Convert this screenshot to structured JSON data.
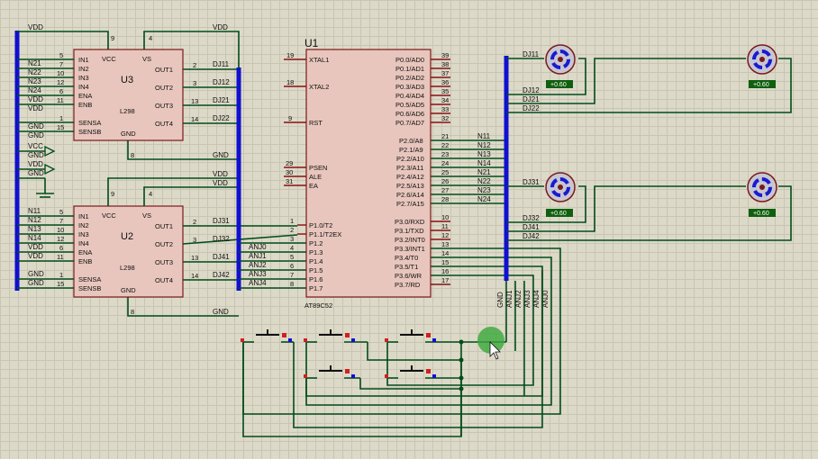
{
  "u3": {
    "ref": "U3",
    "part": "L298",
    "left_pins": [
      [
        "N21",
        "5"
      ],
      [
        "N22",
        "7"
      ],
      [
        "N23",
        "10"
      ],
      [
        "N24",
        "12"
      ],
      [
        "VDD",
        "6"
      ],
      [
        "VDD",
        "11"
      ]
    ],
    "left_names": [
      "IN1",
      "IN2",
      "IN3",
      "IN4",
      "ENA",
      "ENB"
    ],
    "sense_nets": [
      [
        "GND",
        "1"
      ],
      [
        "GND",
        "15"
      ]
    ],
    "sense_names": [
      "SENSA",
      "SENSB"
    ],
    "top_labels": [
      "VCC",
      "VS"
    ],
    "bottom_label": "GND",
    "right_names": [
      "OUT1",
      "OUT2",
      "OUT3",
      "OUT4"
    ],
    "right_pins": [
      "2",
      "3",
      "13",
      "14"
    ],
    "right_nets": [
      "DJ11",
      "DJ12",
      "DJ21",
      "DJ22"
    ],
    "top_pins": [
      "9",
      "4"
    ],
    "gnd_pin": "8",
    "top_net": "VDD",
    "gnd_net": "GND",
    "vdd_net": "VDD"
  },
  "u2": {
    "ref": "U2",
    "part": "L298",
    "left_pins": [
      [
        "N11",
        "5"
      ],
      [
        "N12",
        "7"
      ],
      [
        "N13",
        "10"
      ],
      [
        "N14",
        "12"
      ],
      [
        "VDD",
        "6"
      ],
      [
        "VDD",
        "11"
      ]
    ],
    "left_names": [
      "IN1",
      "IN2",
      "IN3",
      "IN4",
      "ENA",
      "ENB"
    ],
    "sense_nets": [
      [
        "GND",
        "1"
      ],
      [
        "GND",
        "15"
      ]
    ],
    "sense_names": [
      "SENSA",
      "SENSB"
    ],
    "top_labels": [
      "VCC",
      "VS"
    ],
    "bottom_label": "GND",
    "right_names": [
      "OUT1",
      "OUT2",
      "OUT3",
      "OUT4"
    ],
    "right_pins": [
      "2",
      "3",
      "13",
      "14"
    ],
    "right_nets": [
      "DJ31",
      "DJ32",
      "DJ41",
      "DJ42"
    ],
    "top_pins": [
      "9",
      "4"
    ],
    "gnd_pin": "8",
    "top_net": "VDD",
    "gnd_net": "GND",
    "vdd_net": "VDD"
  },
  "power_labels": [
    "VCC",
    "GND",
    "VDD",
    "GND"
  ],
  "u1": {
    "ref": "U1",
    "part": "AT89C52",
    "left_top": [
      [
        "19",
        "XTAL1"
      ],
      [
        "18",
        "XTAL2"
      ],
      [
        "9",
        "RST"
      ]
    ],
    "left_ctrl": [
      [
        "29",
        "PSEN"
      ],
      [
        "30",
        "ALE"
      ],
      [
        "31",
        "EA"
      ]
    ],
    "left_p1": [
      [
        "1",
        "P1.0/T2"
      ],
      [
        "2",
        "P1.1/T2EX"
      ],
      [
        "3",
        "P1.2"
      ],
      [
        "4",
        "P1.3"
      ],
      [
        "5",
        "P1.4"
      ],
      [
        "6",
        "P1.5"
      ],
      [
        "7",
        "P1.6"
      ],
      [
        "8",
        "P1.7"
      ]
    ],
    "p1_nets": [
      "DJ31",
      "DJ32",
      "ANJ0",
      "ANJ1",
      "ANJ2",
      "ANJ3",
      "ANJ4"
    ],
    "right_p0": [
      [
        "39",
        "P0.0/AD0"
      ],
      [
        "38",
        "P0.1/AD1"
      ],
      [
        "37",
        "P0.2/AD2"
      ],
      [
        "36",
        "P0.3/AD3"
      ],
      [
        "35",
        "P0.4/AD4"
      ],
      [
        "34",
        "P0.5/AD5"
      ],
      [
        "33",
        "P0.6/AD6"
      ],
      [
        "32",
        "P0.7/AD7"
      ]
    ],
    "right_p2": [
      [
        "21",
        "P2.0/A8"
      ],
      [
        "22",
        "P2.1/A9"
      ],
      [
        "23",
        "P2.2/A10"
      ],
      [
        "24",
        "P2.3/A11"
      ],
      [
        "25",
        "P2.4/A12"
      ],
      [
        "26",
        "P2.5/A13"
      ],
      [
        "27",
        "P2.6/A14"
      ],
      [
        "28",
        "P2.7/A15"
      ]
    ],
    "p2_nets": [
      "N11",
      "N12",
      "N13",
      "N14",
      "N21",
      "N22",
      "N23",
      "N24"
    ],
    "right_p3": [
      [
        "10",
        "P3.0/RXD"
      ],
      [
        "11",
        "P3.1/TXD"
      ],
      [
        "12",
        "P3.2/INT0"
      ],
      [
        "13",
        "P3.3/INT1"
      ],
      [
        "14",
        "P3.4/T0"
      ],
      [
        "15",
        "P3.5/T1"
      ],
      [
        "16",
        "P3.6/WR"
      ],
      [
        "17",
        "P3.7/RD"
      ]
    ]
  },
  "motors": [
    {
      "label": "DJ11",
      "reading": "+0.60",
      "nets": [
        "DJ12",
        "DJ21",
        "DJ22"
      ]
    },
    {
      "label": "",
      "reading": "+0.60"
    },
    {
      "label": "DJ31",
      "reading": "+0.60",
      "nets": [
        "DJ32",
        "DJ41",
        "DJ42"
      ]
    },
    {
      "label": "",
      "reading": "+0.60"
    }
  ],
  "bus_bottom": [
    "GND",
    "ANJ1",
    "ANJ2",
    "ANJ3",
    "ANJ4",
    "ANJ0"
  ],
  "colors": {
    "wire": "#004d1a",
    "bus": "#1010d0",
    "pin": "#8a1010",
    "chip": "#e8c6bd",
    "cursor_dot": "#3aa83a"
  }
}
